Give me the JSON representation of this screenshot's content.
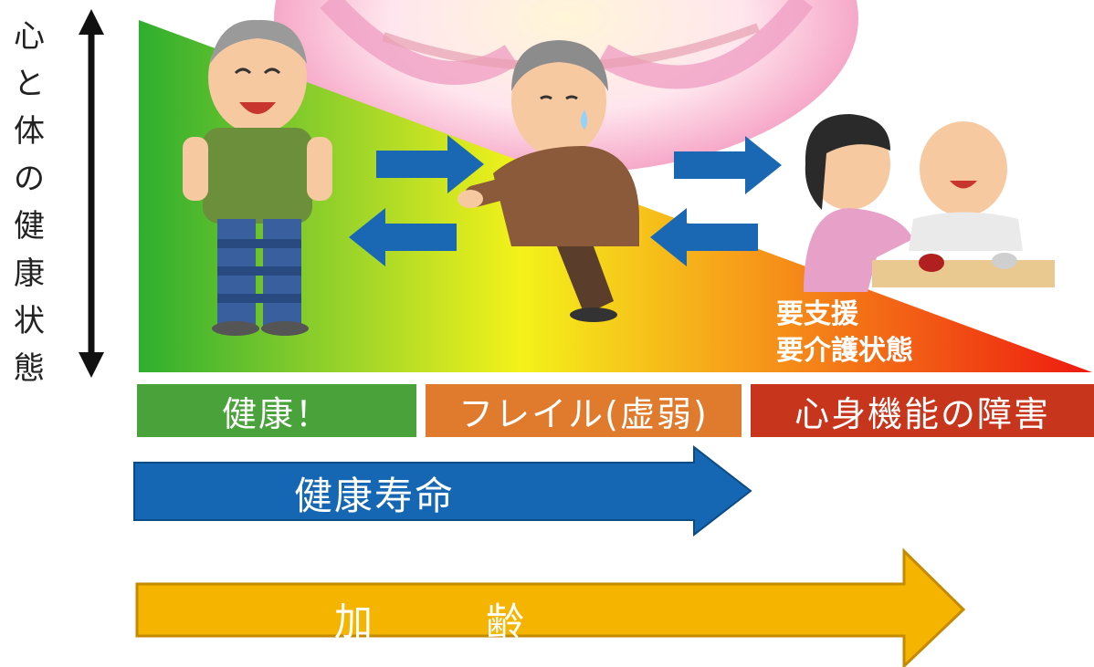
{
  "vertical_axis_label": [
    "心",
    "と",
    "体",
    "の",
    "健",
    "康",
    "状",
    "態"
  ],
  "stages": {
    "healthy": "健康！",
    "frailty": "フレイル(虚弱)",
    "impairment": "心身機能の障害"
  },
  "care_state": {
    "line1": "要支援",
    "line2": "要介護状態"
  },
  "healthy_life_expectancy": "健康寿命",
  "aging": {
    "char1": "加",
    "char2": "齢"
  },
  "colors": {
    "healthy_green": "#4aa23b",
    "frailty_orange": "#e07a2c",
    "impairment_red": "#c8351d",
    "healthy_life_blue": "#1667b3",
    "aging_yellow": "#f4b400"
  },
  "icons": [
    "elderly-man-healthy-icon",
    "elderly-man-frail-icon",
    "caregiver-feeding-icon",
    "right-arrow-icon",
    "left-arrow-icon"
  ]
}
